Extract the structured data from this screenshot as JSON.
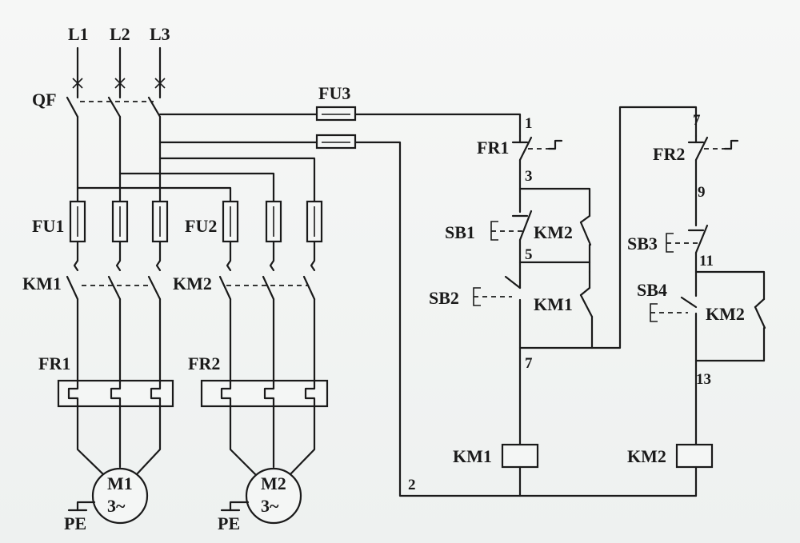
{
  "labels": {
    "l1": "L1",
    "l2": "L2",
    "l3": "L3",
    "qf": "QF",
    "fu1": "FU1",
    "fu2": "FU2",
    "fu3": "FU3",
    "km1_main": "KM1",
    "km2_main": "KM2",
    "fr1_main": "FR1",
    "fr2_main": "FR2",
    "m1": "M1",
    "m2": "M2",
    "phase": "3~",
    "pe1": "PE",
    "pe2": "PE",
    "fr1_ctrl": "FR1",
    "fr2_ctrl": "FR2",
    "sb1": "SB1",
    "sb2": "SB2",
    "sb3": "SB3",
    "sb4": "SB4",
    "km2_aux_a": "KM2",
    "km1_aux": "KM1",
    "km2_aux_b": "KM2",
    "km1_coil": "KM1",
    "km2_coil": "KM2",
    "n1": "1",
    "n2": "2",
    "n3": "3",
    "n5": "5",
    "n7a": "7",
    "n7b": "7",
    "n9": "9",
    "n11": "11",
    "n13": "13"
  }
}
